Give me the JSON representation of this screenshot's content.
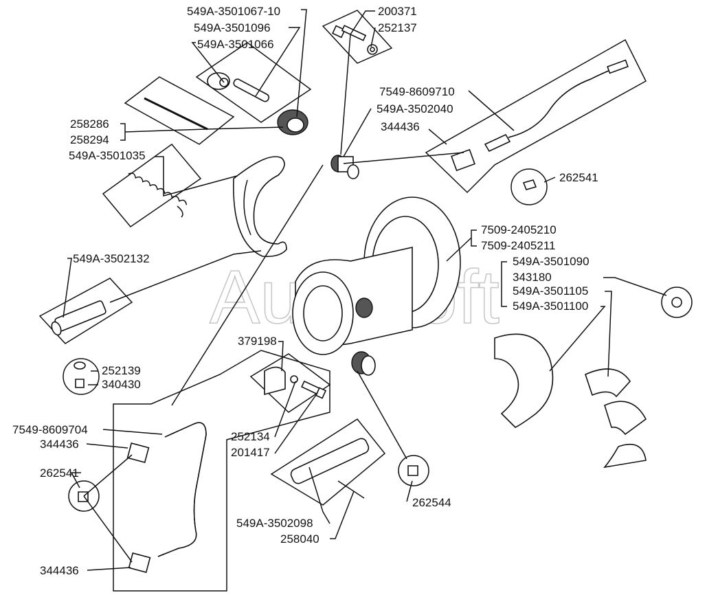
{
  "watermark": "AutoSoft",
  "labels": {
    "l_3501067": "549A-3501067-10",
    "l_3501096": "549A-3501096",
    "l_3501066": "549A-3501066",
    "l_200371": "200371",
    "l_252137": "252137",
    "l_258286": "258286",
    "l_258294": "258294",
    "l_3501035": "549A-3501035",
    "l_8609710": "7549-8609710",
    "l_3502040": "549A-3502040",
    "l_344436_a": "344436",
    "l_262541_a": "262541",
    "l_2405210": "7509-2405210",
    "l_2405211": "7509-2405211",
    "l_3502132": "549A-3502132",
    "l_3501090": "549A-3501090",
    "l_343180": "343180",
    "l_3501105": "549A-3501105",
    "l_3501100": "549A-3501100",
    "l_379198": "379198",
    "l_252139": "252139",
    "l_340430": "340430",
    "l_8609704": "7549-8609704",
    "l_344436_b": "344436",
    "l_262541_b": "262541",
    "l_252134": "252134",
    "l_201417": "201417",
    "l_262544": "262544",
    "l_3502098": "549A-3502098",
    "l_258040": "258040",
    "l_344436_c": "344436"
  }
}
